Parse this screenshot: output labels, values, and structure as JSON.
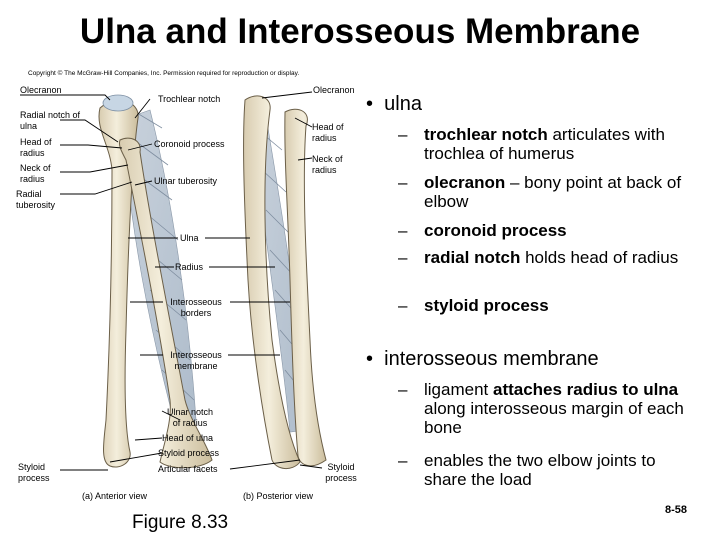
{
  "title": "Ulna and Interosseous Membrane",
  "copyright": "Copyright © The McGraw-Hill Companies, Inc. Permission required for reproduction or display.",
  "figure": {
    "labels": {
      "olecranon_left": "Olecranon",
      "olecranon_right": "Olecranon",
      "trochlear_notch": "Trochlear notch",
      "radial_notch": "Radial notch of ulna",
      "head_of_radius_left": "Head of radius",
      "neck_of_radius_left": "Neck of radius",
      "radial_tuberosity": "Radial tuberosity",
      "coronoid_process": "Coronoid process",
      "ulnar_tuberosity": "Ulnar tuberosity",
      "head_of_radius_right": "Head of radius",
      "neck_of_radius_right": "Neck of radius",
      "ulna": "Ulna",
      "radius": "Radius",
      "interosseous_borders": "Interosseous borders",
      "interosseous_membrane": "Interosseous membrane",
      "ulnar_notch": "Ulnar notch of radius",
      "head_of_ulna": "Head of ulna",
      "styloid_process_center": "Styloid process",
      "articular_facets": "Articular facets",
      "styloid_left": "Styloid process",
      "styloid_right": "Styloid process"
    },
    "caption_a": "(a) Anterior view",
    "caption_b": "(b) Posterior view",
    "figure_number": "Figure 8.33"
  },
  "bullets": {
    "ulna_heading": "ulna",
    "ulna_items": [
      {
        "bold": "trochlear notch",
        "rest": " articulates with trochlea of humerus"
      },
      {
        "bold": "olecranon",
        "rest": " – bony point at back of elbow"
      },
      {
        "bold": "coronoid process",
        "rest": ""
      },
      {
        "bold": "radial notch",
        "rest": " holds head of radius"
      },
      {
        "bold": "styloid process",
        "rest": ""
      }
    ],
    "membrane_heading": "interosseous membrane",
    "membrane_items": [
      {
        "pre": "ligament ",
        "bold": "attaches radius to ulna",
        "rest": " along interosseous margin of each bone"
      },
      {
        "pre": "",
        "bold": "",
        "rest": "enables the two elbow joints to share the load"
      }
    ]
  },
  "page_number": "8-58"
}
